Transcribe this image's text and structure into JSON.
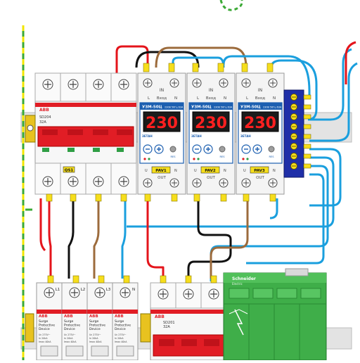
{
  "main_breaker": {
    "brand": "ABB",
    "model": "SD204",
    "rating": "32A",
    "tag": "QS1"
  },
  "voltage_relays": [
    {
      "model": "УЗМ-50Ц",
      "subtitle": "230В 50Гц 63А",
      "display": "230",
      "brand": "ЗЕТАН",
      "in_label": "IN",
      "vhod_label": "Вход",
      "l_label": "L",
      "n_label": "N",
      "out_label": "OUT",
      "tag": "PAV1",
      "u_label": "U",
      "reset_label": "RES"
    },
    {
      "model": "УЗМ-50Ц",
      "subtitle": "230В 50Гц 63А",
      "display": "230",
      "brand": "ЗЕТАН",
      "in_label": "IN",
      "vhod_label": "Вход",
      "l_label": "L",
      "n_label": "N",
      "out_label": "OUT",
      "tag": "PAV2",
      "u_label": "U",
      "reset_label": "RES"
    },
    {
      "model": "УЗМ-50Ц",
      "subtitle": "230В 50Гц 63А",
      "display": "230",
      "brand": "ЗЕТАН",
      "in_label": "IN",
      "vhod_label": "Вход",
      "l_label": "L",
      "n_label": "N",
      "out_label": "OUT",
      "tag": "PAV3",
      "u_label": "U",
      "reset_label": "RES"
    }
  ],
  "surge_devices": [
    {
      "brand": "ABB",
      "line1": "Surge",
      "line2": "Protective",
      "line3": "Device",
      "spec1": "Uc 275V~",
      "spec2": "In 20kA",
      "spec3": "Imax 40kA",
      "terminal": "L1"
    },
    {
      "brand": "ABB",
      "line1": "Surge",
      "line2": "Protective",
      "line3": "Device",
      "spec1": "Uc 275V~",
      "spec2": "In 20kA",
      "spec3": "Imax 40kA",
      "terminal": "L2"
    },
    {
      "brand": "ABB",
      "line1": "Surge",
      "line2": "Protective",
      "line3": "Device",
      "spec1": "Uc 275V~",
      "spec2": "In 20kA",
      "spec3": "Imax 40kA",
      "terminal": "L3"
    },
    {
      "brand": "ABB",
      "line1": "Surge",
      "line2": "Protective",
      "line3": "Device",
      "spec1": "Uc 275V~",
      "spec2": "In 20kA",
      "spec3": "Imax 40kA",
      "terminal": "N"
    }
  ],
  "second_breaker": {
    "brand": "ABB",
    "model": "SD201",
    "rating": "32A"
  },
  "green_module": {
    "brand": "Schneider",
    "subbrand": "Electric"
  },
  "colors": {
    "wire_red": "#e4141b",
    "wire_black": "#111111",
    "wire_brown": "#9c6b3c",
    "wire_blue": "#1a9fde",
    "pe_green": "#3aa935",
    "pe_yellow": "#f2e600",
    "module_red": "#e11d25",
    "neutral_bar": "#1f2fa8",
    "terminal_yellow": "#f6de1c",
    "green_module": "#3fae49",
    "display_red": "#ff2020"
  }
}
